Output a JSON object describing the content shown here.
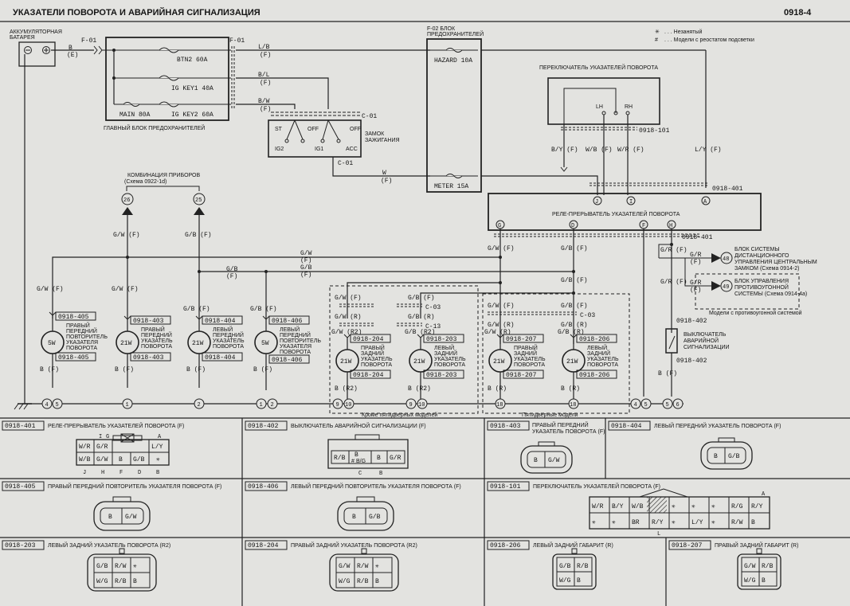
{
  "header": {
    "title": "УКАЗАТЕЛИ ПОВОРОТА И АВАРИЙНАЯ СИГНАЛИЗАЦИЯ",
    "page_code": "0918-4"
  },
  "legend": {
    "star_symbol": "✳",
    "star_text": ". . . Незанятый",
    "hash_symbol": "#",
    "hash_text": ". . . Модели с реостатом подсветки"
  },
  "battery": {
    "label_l1": "АККУМУЛЯТОРНАЯ",
    "label_l2": "БАТАРЕЯ",
    "wire": "B",
    "wire_sub": "(E)"
  },
  "main_fuse_block": {
    "conn_left": "F-01",
    "conn_right": "F-01",
    "fuses": [
      "BTN2 60A",
      "IG KEY1 40A",
      "MAIN 80A",
      "IG KEY2 60A"
    ],
    "label": "ГЛАВНЫЙ БЛОК ПРЕДОХРАНИТЕЛЕЙ",
    "wires": [
      "L/B",
      "(F)",
      "B/L",
      "(F)",
      "B/W",
      "(F)"
    ]
  },
  "ignition": {
    "conn": "C-01",
    "conn2": "C-01",
    "label_l1": "ЗАМОК",
    "label_l2": "ЗАЖИГАНИЯ",
    "pos": [
      "ST",
      "OFF",
      "OFF",
      "IG2",
      "IG1",
      "ACC"
    ],
    "wire": "W",
    "wire_sub": "(F)"
  },
  "fuse_block_f02": {
    "label_l1": "F-02 БЛОК",
    "label_l2": "ПРЕДОХРАНИТЕЛЕЙ",
    "hazard": "HAZARD 10A",
    "meter": "METER 15A"
  },
  "turn_switch": {
    "label": "ПЕРЕКЛЮЧАТЕЛЬ УКАЗАТЕЛЕЙ ПОВОРОТА",
    "lh": "LH",
    "rh": "RH",
    "conn": "0918-101",
    "wires": [
      "B/Y (F)",
      "W/B (F)",
      "W/R (F)",
      "L/Y (F)"
    ]
  },
  "flasher": {
    "label": "РЕЛЕ-ПРЕРЫВАТЕЛЬ УКАЗАТЕЛЕЙ ПОВОРОТА",
    "conn_top": "0918-401",
    "conn_bottom": "0918-401",
    "pins_top": [
      "J",
      "I",
      "A"
    ],
    "pins_bottom": [
      "G",
      "D",
      "F",
      "H"
    ]
  },
  "combination": {
    "label_l1": "КОМБИНАЦИЯ ПРИБОРОВ",
    "label_l2": "(Схема 0922-1d)",
    "pins": [
      "26",
      "25"
    ],
    "wires": [
      "G/W (F)",
      "G/B (F)"
    ]
  },
  "buses": [
    "G/W",
    "(F)",
    "G/B",
    "(F)",
    "G/B",
    "(F)"
  ],
  "lamps": [
    {
      "watt": "5W",
      "conn_top": "0918-405",
      "conn_bot": "0918-405",
      "text": [
        "ПРАВЫЙ",
        "ПЕРЕДНИЙ",
        "ПОВТОРИТЕЛЬ",
        "УКАЗАТЕЛЯ",
        "ПОВОРОТА"
      ],
      "wire_top": "G/W (F)",
      "wire_bot": "B (F)"
    },
    {
      "watt": "21W",
      "conn_top": "0918-403",
      "conn_bot": "0918-403",
      "text": [
        "ПРАВЫЙ",
        "ПЕРЕДНИЙ",
        "УКАЗАТЕЛЬ",
        "ПОВОРОТА"
      ],
      "wire_top": "G/W (F)",
      "wire_bot": "B (F)"
    },
    {
      "watt": "21W",
      "conn_top": "0918-404",
      "conn_bot": "0918-404",
      "text": [
        "ЛЕВЫЙ",
        "ПЕРЕДНИЙ",
        "УКАЗАТЕЛЬ",
        "ПОВОРОТА"
      ],
      "wire_top": "G/B (F)",
      "wire_bot": "B (F)"
    },
    {
      "watt": "5W",
      "conn_top": "0918-406",
      "conn_bot": "0918-406",
      "text": [
        "ЛЕВЫЙ",
        "ПЕРЕДНИЙ",
        "ПОВТОРИТЕЛЬ",
        "УКАЗАТЕЛЯ",
        "ПОВОРОТА"
      ],
      "wire_top": "G/B (F)",
      "wire_bot": "B (F)"
    },
    {
      "watt": "21W",
      "conn_top": "0918-204",
      "conn_bot": "0918-204",
      "text": [
        "ПРАВЫЙ",
        "ЗАДНИЙ",
        "УКАЗАТЕЛЬ",
        "ПОВОРОТА"
      ],
      "wire_top": "G/W (R2)",
      "wire_bot": "B (R2)"
    },
    {
      "watt": "21W",
      "conn_top": "0918-203",
      "conn_bot": "0918-203",
      "text": [
        "ЛЕВЫЙ",
        "ЗАДНИЙ",
        "УКАЗАТЕЛЬ",
        "ПОВОРОТА"
      ],
      "wire_top": "G/B (R2)",
      "wire_bot": "B (R2)"
    },
    {
      "watt": "21W",
      "conn_top": "0918-207",
      "conn_bot": "0918-207",
      "text": [
        "ПРАВЫЙ",
        "ЗАДНИЙ",
        "УКАЗАТЕЛЬ",
        "ПОВОРОТА"
      ],
      "wire_top": "G/W (R)",
      "wire_bot": "B (R)"
    },
    {
      "watt": "21W",
      "conn_top": "0918-206",
      "conn_bot": "0918-206",
      "text": [
        "ЛЕВЫЙ",
        "ЗАДНИЙ",
        "УКАЗАТЕЛЬ",
        "ПОВОРОТА"
      ],
      "wire_top": "G/B (R)",
      "wire_bot": "B (R)"
    }
  ],
  "rear_wires": [
    "G/W (F)",
    "G/B (F)",
    "G/W (R)",
    "G/B (R)",
    "C-03",
    "C-13",
    "G/W (F)",
    "G/B (F)",
    "G/W (R)",
    "G/B (R)",
    "C-03",
    "G/W (F)",
    "G/B (F)",
    "G/B (F)"
  ],
  "group_labels": {
    "no5door": "Кроме пятидверных моделей",
    "door5": "Пятидверные модели"
  },
  "hazard_switch": {
    "conn_top": "0918-402",
    "conn_bot": "0918-402",
    "label": [
      "ВЫКЛЮЧАТЕЛЬ",
      "АВАРИЙНОЙ",
      "СИГНАЛИЗАЦИИ"
    ],
    "wire_top": "G/R (F)",
    "wire_bot": "B (F)"
  },
  "remote_units": [
    {
      "pin": "48",
      "wire": "G/R",
      "wire_sub": "(F)",
      "text": [
        "БЛОК СИСТЕМЫ",
        "ДИСТАНЦИОННОГО",
        "УПРАВЛЕНИЯ ЦЕНТРАЛЬНЫМ",
        "ЗАМКОМ (Схема 0914-2)"
      ]
    },
    {
      "pin": "49",
      "wire": "G/R",
      "wire_sub": "(F)",
      "text": [
        "БЛОК УПРАВЛЕНИЯ",
        "ПРОТИВОУГОННОЙ",
        "СИСТЕМЫ (Схема 0914-4a)"
      ]
    }
  ],
  "antitheft_note": "Модели с противоугонной системой",
  "wire_labels_misc": [
    "G/R (F)",
    "G/R (F)",
    "G/W (F)",
    "G/B (F)",
    "L/Y (F)"
  ],
  "ground_pins": [
    "4",
    "5",
    "1",
    "2",
    "1",
    "2",
    "9",
    "10",
    "9",
    "10",
    "18",
    "18",
    "4",
    "5",
    "5",
    "6"
  ],
  "connectors": [
    {
      "id": "0918-401",
      "title": "РЕЛЕ-ПРЕРЫВАТЕЛЬ УКАЗАТЕЛЕЙ ПОВОРОТА (F)",
      "row1": [
        "",
        "",
        "I",
        "G",
        "",
        "A"
      ],
      "row2": [
        "W/R",
        "G/R",
        "",
        "",
        "L/Y"
      ],
      "row3": [
        "W/B",
        "G/W",
        "B",
        "G/B",
        "✳"
      ],
      "pins": [
        "J",
        "H",
        "F",
        "D",
        "B"
      ]
    },
    {
      "id": "0918-402",
      "title": "ВЫКЛЮЧАТЕЛЬ АВАРИЙНОЙ СИГНАЛИЗАЦИИ (F)",
      "cells": [
        "R/B",
        "B",
        "#",
        "B/G",
        "B",
        "G/R"
      ],
      "pins": [
        "C",
        "B"
      ]
    },
    {
      "id": "0918-403",
      "title_l1": "ПРАВЫЙ ПЕРЕДНИЙ",
      "title_l2": "УКАЗАТЕЛЬ ПОВОРОТА (F)",
      "cells": [
        "B",
        "G/W"
      ]
    },
    {
      "id": "0918-404",
      "title": "ЛЕВЫЙ ПЕРЕДНИЙ УКАЗАТЕЛЬ ПОВОРОТА (F)",
      "cells": [
        "B",
        "G/B"
      ]
    },
    {
      "id": "0918-405",
      "title": "ПРАВЫЙ ПЕРЕДНИЙ ПОВТОРИТЕЛЬ УКАЗАТЕЛЯ ПОВОРОТА (F)",
      "cells": [
        "B",
        "G/W"
      ]
    },
    {
      "id": "0918-406",
      "title": "ЛЕВЫЙ ПЕРЕДНИЙ ПОВТОРИТЕЛЬ УКАЗАТЕЛЯ ПОВОРОТА (F)",
      "cells": [
        "B",
        "G/B"
      ]
    },
    {
      "id": "0918-101",
      "title": "ПЕРЕКЛЮЧАТЕЛЬ УКАЗАТЕЛЕЙ ПОВОРОТА (F)",
      "row1": [
        "W/R",
        "B/Y",
        "W/B",
        "",
        "✳",
        "✳",
        "✳",
        "R/G",
        "R/Y"
      ],
      "row2": [
        "✳",
        "✳",
        "BR",
        "R/Y",
        "✳",
        "L/Y",
        "✳",
        "R/W",
        "B"
      ],
      "pin_a": "A",
      "pin_l": "L"
    },
    {
      "id": "0918-203",
      "title": "ЛЕВЫЙ ЗАДНИЙ УКАЗАТЕЛЬ ПОВОРОТА (R2)",
      "row1": [
        "G/B",
        "R/W",
        "✳"
      ],
      "row2": [
        "W/G",
        "R/B",
        "B"
      ]
    },
    {
      "id": "0918-204",
      "title": "ПРАВЫЙ ЗАДНИЙ УКАЗАТЕЛЬ ПОВОРОТА (R2)",
      "row1": [
        "G/W",
        "R/W",
        "✳"
      ],
      "row2": [
        "W/G",
        "R/B",
        "B"
      ]
    },
    {
      "id": "0918-206",
      "title": "ЛЕВЫЙ ЗАДНИЙ ГАБАРИТ (R)",
      "row1": [
        "G/B",
        "R/B"
      ],
      "row2": [
        "W/G",
        "B"
      ]
    },
    {
      "id": "0918-207",
      "title": "ПРАВЫЙ ЗАДНИЙ ГАБАРИТ (R)",
      "row1": [
        "G/W",
        "R/B"
      ],
      "row2": [
        "W/G",
        "B"
      ]
    }
  ]
}
